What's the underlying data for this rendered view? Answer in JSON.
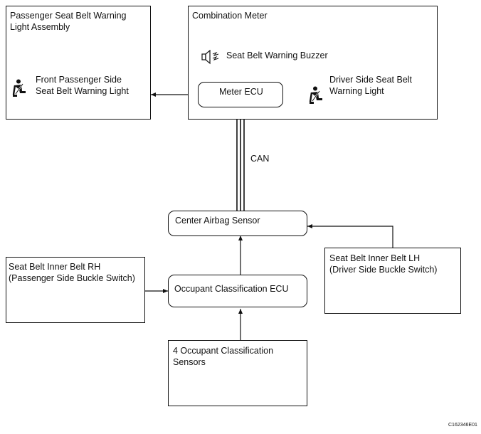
{
  "passenger_light_assembly": {
    "title": "Passenger Seat Belt Warning\nLight Assembly",
    "light_label": "Front Passenger Side\nSeat Belt Warning Light"
  },
  "combination_meter": {
    "title": "Combination Meter",
    "buzzer_label": "Seat Belt Warning Buzzer",
    "ecu_label": "Meter ECU",
    "driver_light_label": "Driver Side Seat Belt\nWarning Light"
  },
  "bus": {
    "label": "CAN"
  },
  "center_airbag_sensor": {
    "label": "Center Airbag Sensor"
  },
  "inner_belt_rh": {
    "label": "Seat Belt Inner Belt RH\n(Passenger Side Buckle Switch)"
  },
  "inner_belt_lh": {
    "label": "Seat Belt Inner Belt LH\n(Driver Side Buckle Switch)"
  },
  "occupant_ecu": {
    "label": "Occupant Classification ECU"
  },
  "occupant_sensors": {
    "label": "4 Occupant Classification\nSensors"
  },
  "figure_code": "C162346E01"
}
